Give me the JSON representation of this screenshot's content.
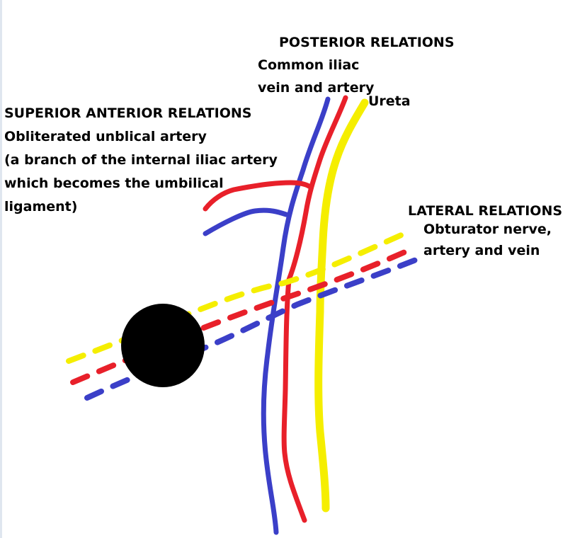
{
  "labels": {
    "posterior": {
      "heading": "POSTERIOR RELATIONS",
      "line1": "Common iliac",
      "line2": "vein and artery"
    },
    "ureter": "Ureta",
    "superior_anterior": {
      "heading": "SUPERIOR ANTERIOR RELATIONS",
      "line1": "Obliterated unblical artery",
      "line2": "(a branch of the internal iliac artery",
      "line3": "which becomes the umbilical",
      "line4": "ligament)"
    },
    "lateral": {
      "heading": "LATERAL RELATIONS",
      "line1": "Obturator nerve,",
      "line2": "artery and vein"
    }
  },
  "colors": {
    "vein": "#3b3fc8",
    "artery": "#e8202a",
    "nerve_ureter": "#f5ee00",
    "ovary": "#000000"
  }
}
